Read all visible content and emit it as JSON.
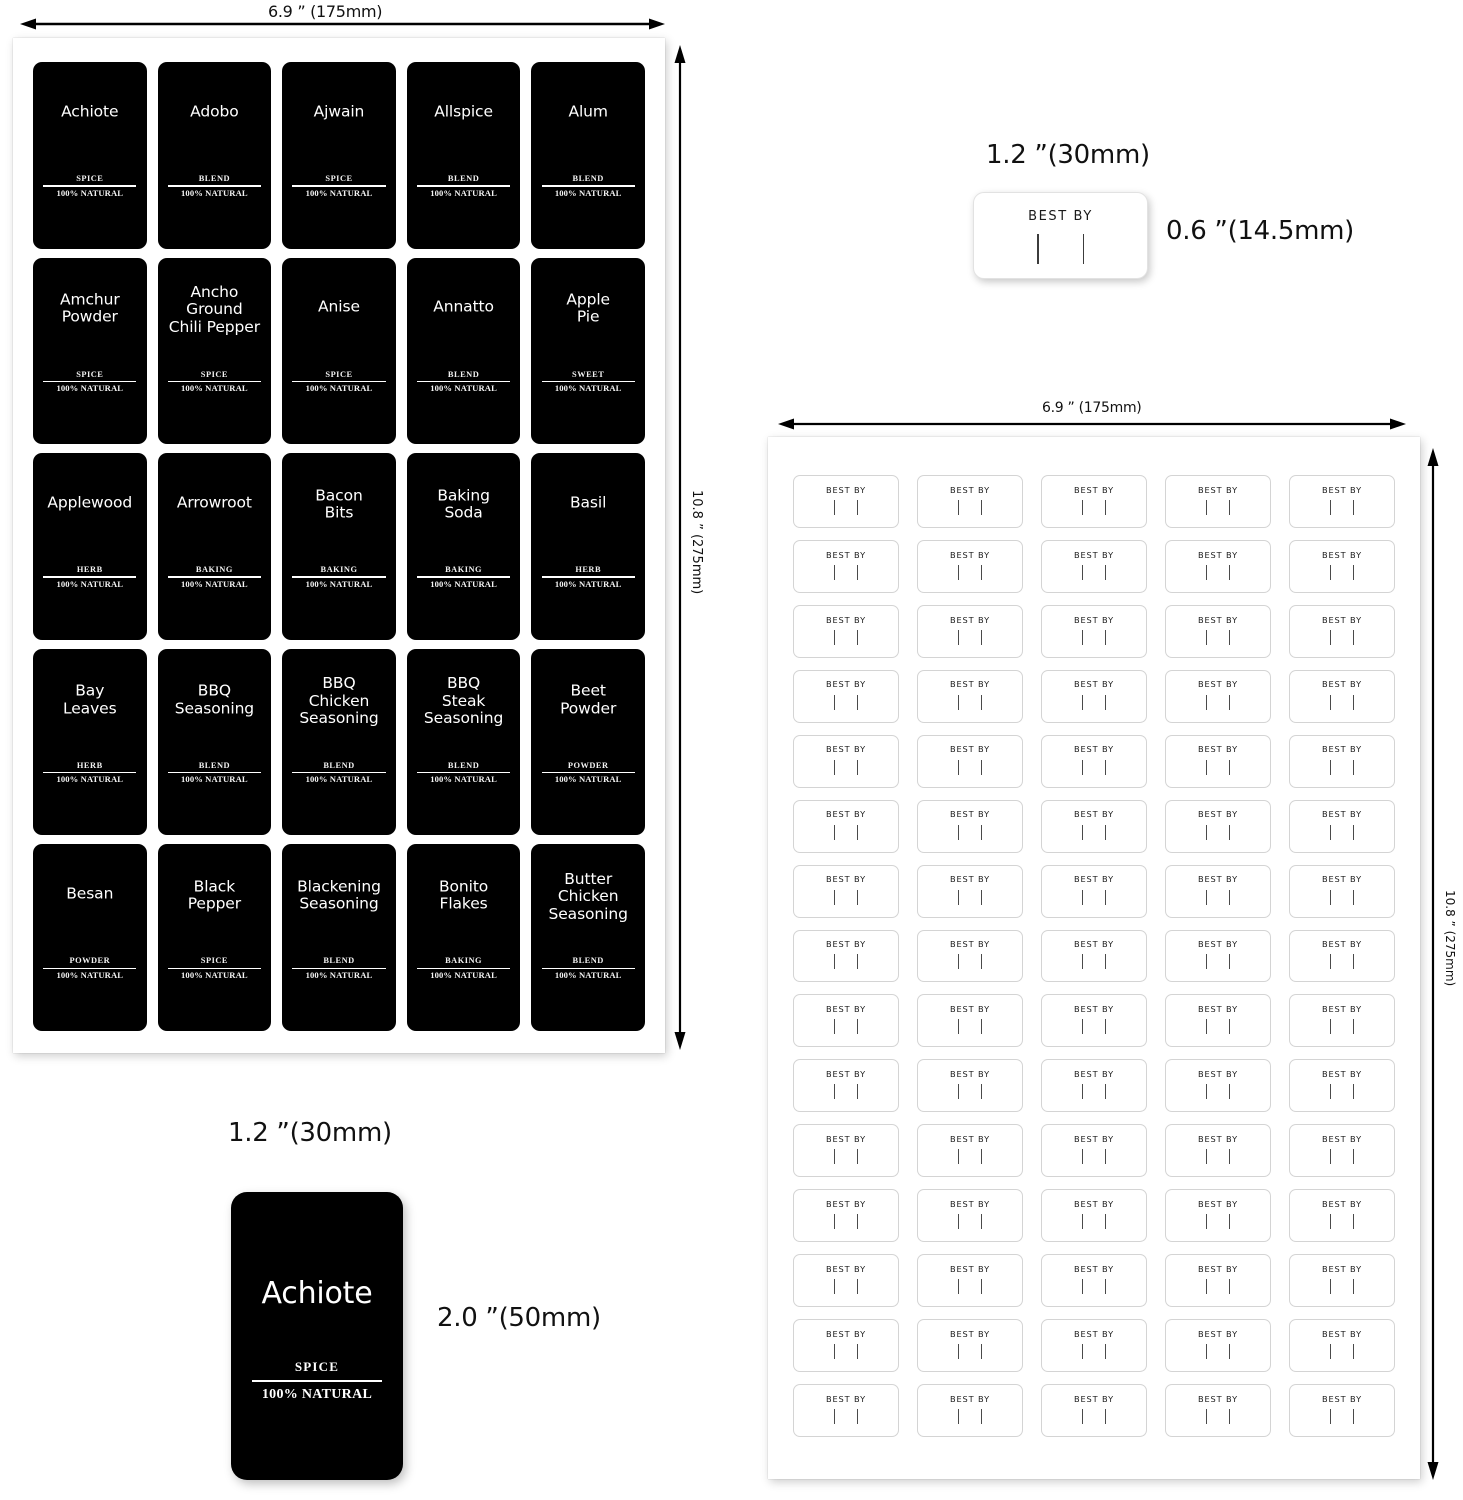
{
  "dimensions": {
    "spice_sheet_width": "6.9 ” (175mm)",
    "spice_sheet_height": "10.8 ”  (275mm)",
    "bestby_sheet_width": "6.9 ”  (175mm)",
    "bestby_sheet_height": "10.8 ”  (275mm)",
    "spice_label_width": "1.2 ”(30mm)",
    "spice_label_height": "2.0 ”(50mm)",
    "bestby_label_width": "1.2 ”(30mm)",
    "bestby_label_height": "0.6 ”(14.5mm)"
  },
  "spice_sheet": {
    "columns": 5,
    "rows": 5,
    "natural_text": "100% NATURAL",
    "labels": [
      {
        "name": "Achiote",
        "category": "SPICE",
        "natural": "100% NATURAL"
      },
      {
        "name": "Adobo",
        "category": "BLEND",
        "natural": "100% NATURAL"
      },
      {
        "name": "Ajwain",
        "category": "SPICE",
        "natural": "100% NATURAL"
      },
      {
        "name": "Allspice",
        "category": "BLEND",
        "natural": "100% NATURAL"
      },
      {
        "name": "Alum",
        "category": "BLEND",
        "natural": "100% NATURAL"
      },
      {
        "name": "Amchur\nPowder",
        "category": "SPICE",
        "natural": "100% NATURAL"
      },
      {
        "name": "Ancho\nGround\nChili Pepper",
        "category": "SPICE",
        "natural": "100% NATURAL"
      },
      {
        "name": "Anise",
        "category": "SPICE",
        "natural": "100% NATURAL"
      },
      {
        "name": "Annatto",
        "category": "BLEND",
        "natural": "100% NATURAL"
      },
      {
        "name": "Apple\nPie",
        "category": "SWEET",
        "natural": "100% NATURAL"
      },
      {
        "name": "Applewood",
        "category": "HERB",
        "natural": "100% NATURAL"
      },
      {
        "name": "Arrowroot",
        "category": "BAKING",
        "natural": "100% NATURAL"
      },
      {
        "name": "Bacon\nBits",
        "category": "BAKING",
        "natural": "100% NATURAL"
      },
      {
        "name": "Baking\nSoda",
        "category": "BAKING",
        "natural": "100% NATURAL"
      },
      {
        "name": "Basil",
        "category": "HERB",
        "natural": "100% NATURAL"
      },
      {
        "name": "Bay\nLeaves",
        "category": "HERB",
        "natural": "100% NATURAL"
      },
      {
        "name": "BBQ\nSeasoning",
        "category": "BLEND",
        "natural": "100% NATURAL"
      },
      {
        "name": "BBQ\nChicken\nSeasoning",
        "category": "BLEND",
        "natural": "100% NATURAL"
      },
      {
        "name": "BBQ\nSteak\nSeasoning",
        "category": "BLEND",
        "natural": "100% NATURAL"
      },
      {
        "name": "Beet\nPowder",
        "category": "POWDER",
        "natural": "100% NATURAL"
      },
      {
        "name": "Besan",
        "category": "POWDER",
        "natural": "100% NATURAL"
      },
      {
        "name": "Black\nPepper",
        "category": "SPICE",
        "natural": "100% NATURAL"
      },
      {
        "name": "Blackening\nSeasoning",
        "category": "BLEND",
        "natural": "100% NATURAL"
      },
      {
        "name": "Bonito\nFlakes",
        "category": "BAKING",
        "natural": "100% NATURAL"
      },
      {
        "name": "Butter\nChicken\nSeasoning",
        "category": "BLEND",
        "natural": "100% NATURAL"
      }
    ]
  },
  "spice_sample": {
    "name": "Achiote",
    "category": "SPICE",
    "natural": "100% NATURAL"
  },
  "bestby_sheet": {
    "columns": 5,
    "rows": 15,
    "count": 75,
    "label_text": "BEST BY"
  },
  "bestby_sample": {
    "label_text": "BEST BY"
  },
  "colors": {
    "label_background": "#000000",
    "label_text": "#ffffff",
    "sheet_background": "#ffffff",
    "bestby_border": "#d4d4d4",
    "annotation_text": "#111111"
  }
}
